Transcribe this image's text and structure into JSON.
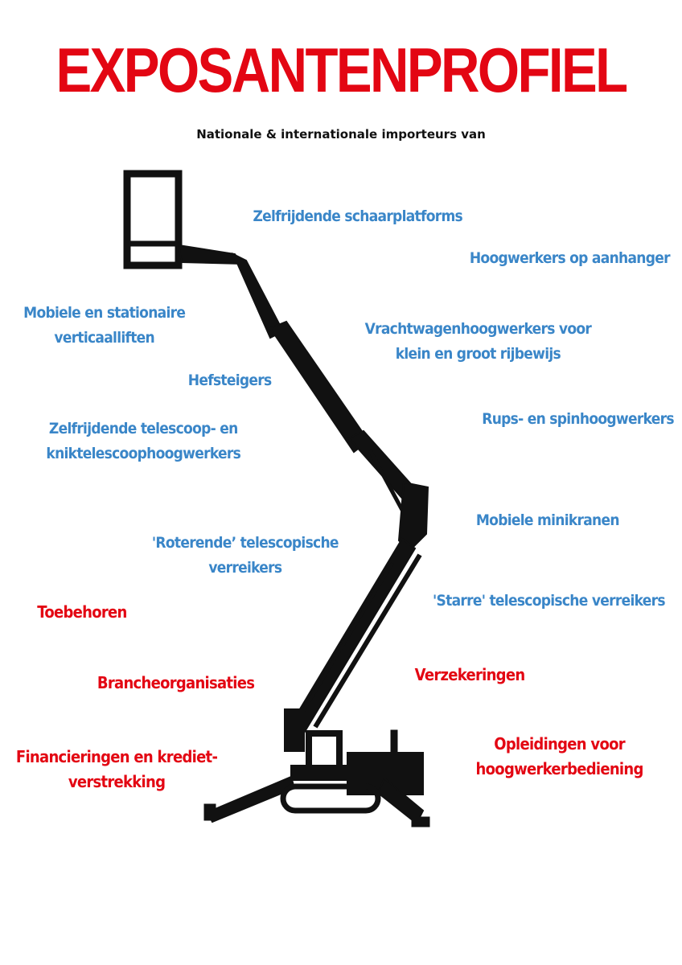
{
  "header": {
    "title": "EXPOSANTENPROFIEL",
    "subtitle": "Nationale & internationale importeurs van"
  },
  "colors": {
    "accent_red": "#e30613",
    "label_blue": "#3a86c8",
    "silhouette": "#111111"
  },
  "illustration": {
    "icon": "boom-lift-silhouette-icon"
  },
  "categories": {
    "blue": [
      {
        "lines": [
          "Zelfrijdende schaarplatforms"
        ]
      },
      {
        "lines": [
          "Hoogwerkers op aanhanger"
        ]
      },
      {
        "lines": [
          "Mobiele en stationaire",
          "verticaalliften"
        ]
      },
      {
        "lines": [
          "Vrachtwagenhoogwerkers voor",
          "klein en groot rijbewijs"
        ]
      },
      {
        "lines": [
          "Hefsteigers"
        ]
      },
      {
        "lines": [
          "Rups- en spinhoogwerkers"
        ]
      },
      {
        "lines": [
          "Zelfrijdende telescoop- en",
          "kniktelescoophoogwerkers"
        ]
      },
      {
        "lines": [
          "Mobiele minikranen"
        ]
      },
      {
        "lines": [
          "'Roterende’ telescopische",
          "verreikers"
        ]
      },
      {
        "lines": [
          "'Starre' telescopische verreikers"
        ]
      }
    ],
    "red": [
      {
        "lines": [
          "Toebehoren"
        ]
      },
      {
        "lines": [
          "Verzekeringen"
        ]
      },
      {
        "lines": [
          "Brancheorganisaties"
        ]
      },
      {
        "lines": [
          "Opleidingen voor",
          "hoogwerkerbediening"
        ]
      },
      {
        "lines": [
          "Financieringen en krediet-",
          "verstrekking"
        ]
      }
    ]
  }
}
